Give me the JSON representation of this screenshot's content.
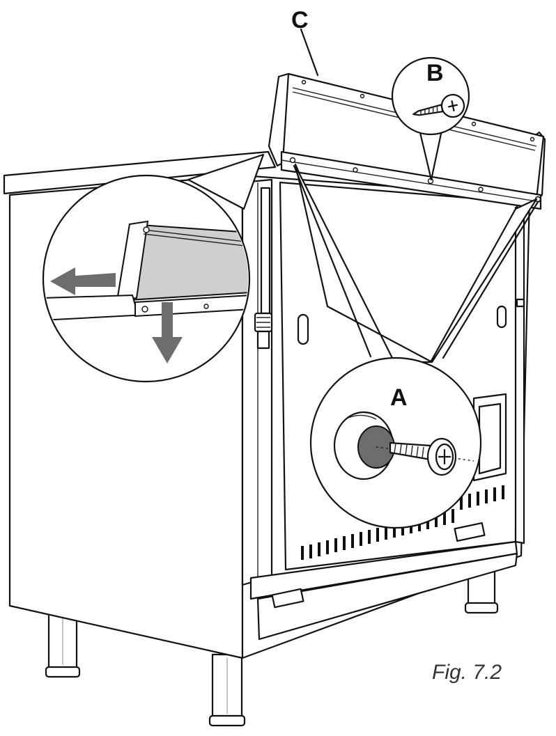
{
  "figure": {
    "caption": "Fig. 7.2",
    "labels": {
      "a": "A",
      "b": "B",
      "c": "C"
    },
    "icons": [
      "arrow-left-icon",
      "arrow-down-icon",
      "screw-icon",
      "spacer-icon"
    ],
    "colors": {
      "line": "#111111",
      "shading": "#cfcfcf",
      "arrow": "#6d6d6d",
      "background": "#ffffff"
    }
  }
}
